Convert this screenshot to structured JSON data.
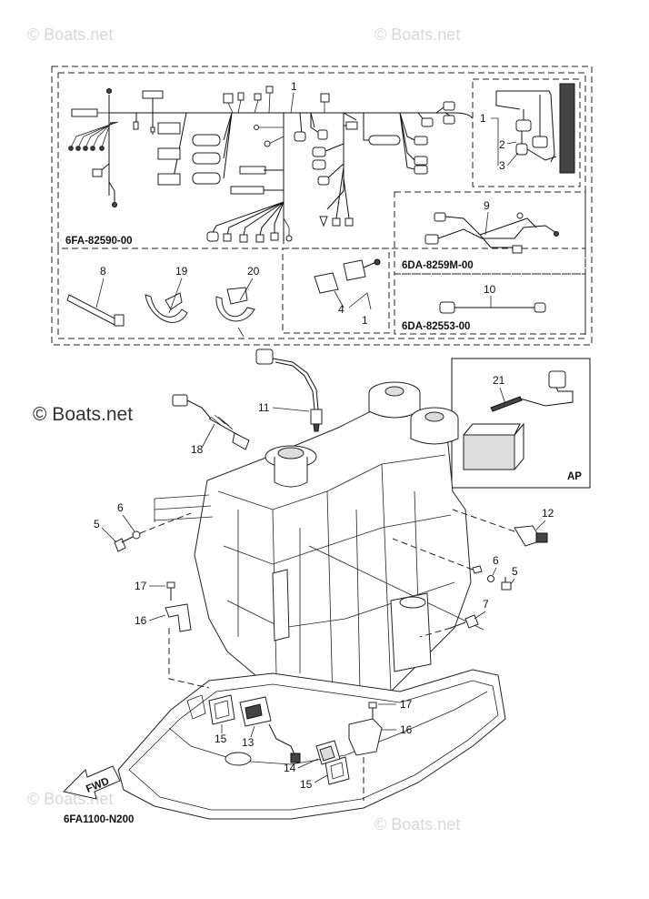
{
  "watermarks": {
    "top_left": "© Boats.net",
    "top_right": "© Boats.net",
    "middle_left": "© Boats.net",
    "bottom_left": "© Boats.net",
    "bottom_right": "© Boats.net"
  },
  "part_codes": {
    "main_harness": "6FA-82590-00",
    "sub_harness_9": "6DA-8259M-00",
    "sub_harness_10": "6DA-82553-00",
    "diagram_id": "6FA1100-N200"
  },
  "labels": {
    "ap_box": "AP",
    "fwd_arrow": "FWD"
  },
  "callouts": [
    {
      "id": "c1-main",
      "text": "1"
    },
    {
      "id": "c1-inset",
      "text": "1"
    },
    {
      "id": "c2",
      "text": "2"
    },
    {
      "id": "c3",
      "text": "3"
    },
    {
      "id": "c9",
      "text": "9"
    },
    {
      "id": "c10",
      "text": "10"
    },
    {
      "id": "c8",
      "text": "8"
    },
    {
      "id": "c19",
      "text": "19"
    },
    {
      "id": "c20",
      "text": "20"
    },
    {
      "id": "c4",
      "text": "4"
    },
    {
      "id": "c1-relay",
      "text": "1"
    },
    {
      "id": "c21",
      "text": "21"
    },
    {
      "id": "c11",
      "text": "11"
    },
    {
      "id": "c18",
      "text": "18"
    },
    {
      "id": "c6-left",
      "text": "6"
    },
    {
      "id": "c5-left",
      "text": "5"
    },
    {
      "id": "c12",
      "text": "12"
    },
    {
      "id": "c6-right",
      "text": "6"
    },
    {
      "id": "c5-right",
      "text": "5"
    },
    {
      "id": "c7",
      "text": "7"
    },
    {
      "id": "c17-left",
      "text": "17"
    },
    {
      "id": "c16-left",
      "text": "16"
    },
    {
      "id": "c17-right",
      "text": "17"
    },
    {
      "id": "c16-right",
      "text": "16"
    },
    {
      "id": "c15-left",
      "text": "15"
    },
    {
      "id": "c13",
      "text": "13"
    },
    {
      "id": "c14",
      "text": "14"
    },
    {
      "id": "c15-right",
      "text": "15"
    }
  ]
}
